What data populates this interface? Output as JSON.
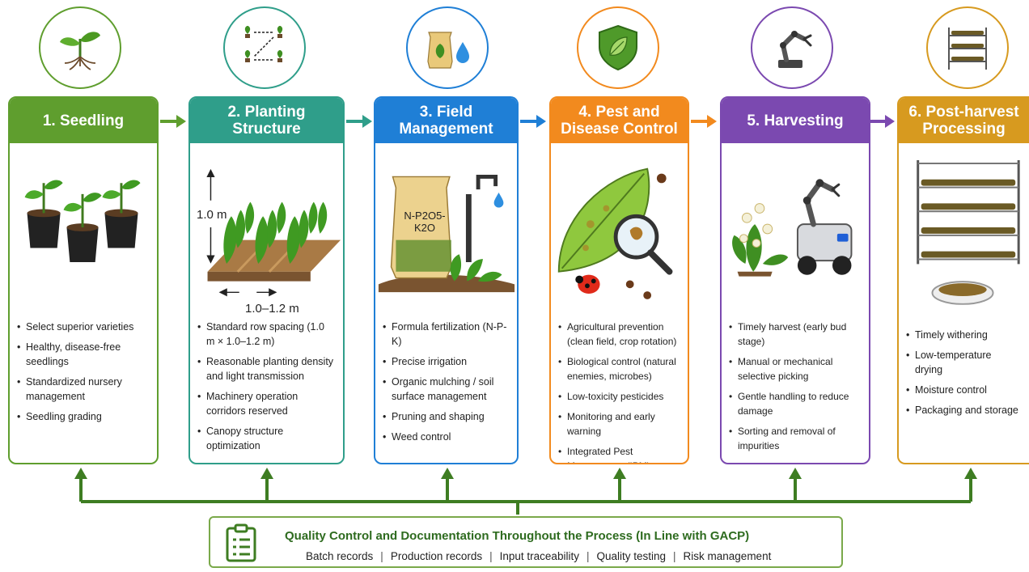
{
  "stages": [
    {
      "title": "1. Seedling",
      "bullets": [
        "Select superior varieties",
        "Healthy, disease-free seedlings",
        "Standardized nursery management",
        "Seedling grading"
      ]
    },
    {
      "title": "2. Planting Structure",
      "bullets": [
        "Standard row spacing (1.0 m × 1.0–1.2 m)",
        "Reasonable planting density and light transmission",
        "Machinery operation corridors reserved",
        "Canopy structure optimization"
      ],
      "illus_labels": {
        "height": "1.0 m",
        "spacing": "1.0–1.2 m"
      }
    },
    {
      "title": "3. Field Management",
      "bullets": [
        "Formula fertilization (N-P-K)",
        "Precise irrigation",
        "Organic mulching / soil surface management",
        "Pruning and shaping",
        "Weed control"
      ],
      "illus_labels": {
        "bag": "N-P2O5-K2O"
      }
    },
    {
      "title": "4. Pest and Disease Control",
      "bullets": [
        "Agricultural prevention (clean field, crop rotation)",
        "Biological control (natural enemies, microbes)",
        "Low-toxicity pesticides",
        "Monitoring and early warning",
        "Integrated Pest Management (IPM)"
      ]
    },
    {
      "title": "5. Harvesting",
      "bullets": [
        "Timely harvest (early bud stage)",
        "Manual or mechanical selective picking",
        "Gentle handling to reduce damage",
        "Sorting and removal of impurities"
      ]
    },
    {
      "title": "6. Post-harvest Processing",
      "bullets": [
        "Timely withering",
        "Low-temperature drying",
        "Moisture control",
        "Packaging and storage"
      ]
    }
  ],
  "quality_control": {
    "title": "Quality Control and Documentation Throughout the Process (In Line with GACP)",
    "items": [
      "Batch records",
      "Production records",
      "Input traceability",
      "Quality testing",
      "Risk management"
    ]
  },
  "colors": {
    "seedling": "#5f9e2e",
    "planting": "#2f9e8a",
    "field": "#1f7fd6",
    "pest": "#f28a1e",
    "harvest": "#7b49b0",
    "post": "#d79a1f",
    "qc": "#3e7d22"
  }
}
